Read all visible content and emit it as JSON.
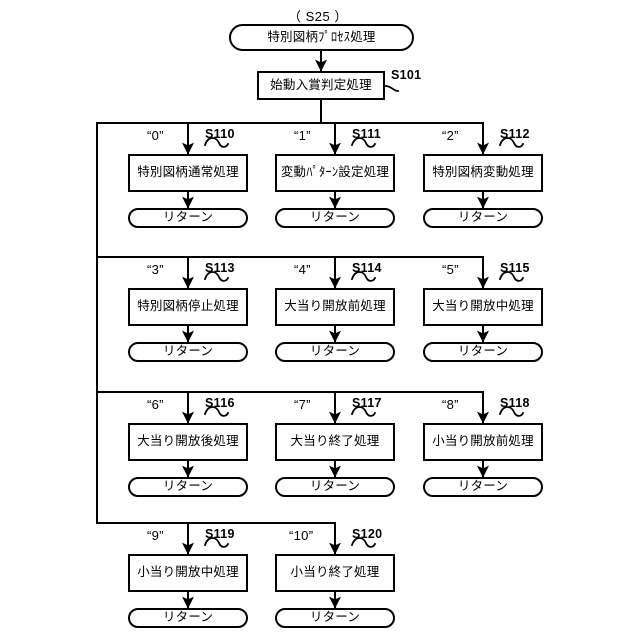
{
  "diagram": {
    "title_tag": "（ S25 ）",
    "start": {
      "label": "特別図柄ﾌﾟﾛｾｽ処理",
      "shape": "terminator"
    },
    "first_step": {
      "label": "始動入賞判定処理",
      "step_id": "S101",
      "shape": "process"
    },
    "return_label": "リターン",
    "branches": [
      {
        "condition": "“0”",
        "step_id": "S110",
        "label": "特別図柄通常処理",
        "return_label": "リターン"
      },
      {
        "condition": "“1”",
        "step_id": "S111",
        "label": "変動ﾊﾟﾀｰﾝ設定処理",
        "return_label": "リターン"
      },
      {
        "condition": "“2”",
        "step_id": "S112",
        "label": "特別図柄変動処理",
        "return_label": "リターン"
      },
      {
        "condition": "“3”",
        "step_id": "S113",
        "label": "特別図柄停止処理",
        "return_label": "リターン"
      },
      {
        "condition": "“4”",
        "step_id": "S114",
        "label": "大当り開放前処理",
        "return_label": "リターン"
      },
      {
        "condition": "“5”",
        "step_id": "S115",
        "label": "大当り開放中処理",
        "return_label": "リターン"
      },
      {
        "condition": "“6”",
        "step_id": "S116",
        "label": "大当り開放後処理",
        "return_label": "リターン"
      },
      {
        "condition": "“7”",
        "step_id": "S117",
        "label": "大当り終了処理",
        "return_label": "リターン"
      },
      {
        "condition": "“8”",
        "step_id": "S118",
        "label": "小当り開放前処理",
        "return_label": "リターン"
      },
      {
        "condition": "“9”",
        "step_id": "S119",
        "label": "小当り開放中処理",
        "return_label": "リターン"
      },
      {
        "condition": "“10”",
        "step_id": "S120",
        "label": "小当り終了処理",
        "return_label": "リターン"
      }
    ],
    "colors": {
      "line": "#000000",
      "fill": "#ffffff",
      "text": "#000000"
    }
  }
}
